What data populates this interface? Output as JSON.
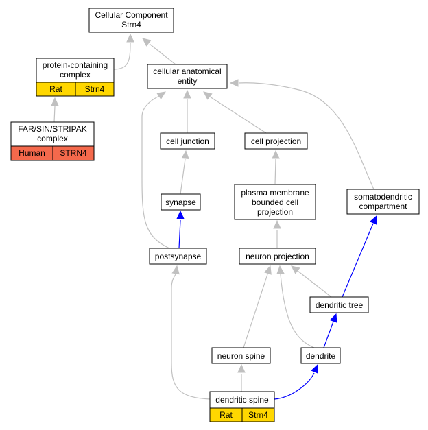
{
  "colors": {
    "edge_gray": "#c0c0c0",
    "edge_blue": "#0000ff",
    "rat": "#ffd700",
    "human": "#f4694c",
    "box_border": "#000000"
  },
  "nodes": {
    "cellular_component": {
      "lines": [
        "Cellular Component",
        "Strn4"
      ]
    },
    "protein_containing_complex": {
      "lines": [
        "protein-containing",
        "complex"
      ],
      "annotation": [
        "Rat",
        "Strn4"
      ]
    },
    "far_sin_stripak": {
      "lines": [
        "FAR/SIN/STRIPAK",
        "complex"
      ],
      "annotation": [
        "Human",
        "STRN4"
      ]
    },
    "cellular_anatomical_entity": {
      "lines": [
        "cellular anatomical",
        "entity"
      ]
    },
    "cell_junction": {
      "lines": [
        "cell junction"
      ]
    },
    "cell_projection": {
      "lines": [
        "cell projection"
      ]
    },
    "synapse": {
      "lines": [
        "synapse"
      ]
    },
    "plasma_membrane_projection": {
      "lines": [
        "plasma membrane",
        "bounded cell",
        "projection"
      ]
    },
    "somatodendritic_compartment": {
      "lines": [
        "somatodendritic",
        "compartment"
      ]
    },
    "postsynapse": {
      "lines": [
        "postsynapse"
      ]
    },
    "neuron_projection": {
      "lines": [
        "neuron projection"
      ]
    },
    "dendritic_tree": {
      "lines": [
        "dendritic tree"
      ]
    },
    "neuron_spine": {
      "lines": [
        "neuron spine"
      ]
    },
    "dendrite": {
      "lines": [
        "dendrite"
      ]
    },
    "dendritic_spine": {
      "lines": [
        "dendritic spine"
      ],
      "annotation": [
        "Rat",
        "Strn4"
      ]
    }
  },
  "edges": [
    {
      "from": "protein_containing_complex",
      "to": "cellular_component",
      "color": "gray"
    },
    {
      "from": "cellular_anatomical_entity",
      "to": "cellular_component",
      "color": "gray"
    },
    {
      "from": "far_sin_stripak",
      "to": "protein_containing_complex",
      "color": "gray"
    },
    {
      "from": "postsynapse",
      "to": "cellular_anatomical_entity",
      "color": "gray"
    },
    {
      "from": "cell_junction",
      "to": "cellular_anatomical_entity",
      "color": "gray"
    },
    {
      "from": "cell_projection",
      "to": "cellular_anatomical_entity",
      "color": "gray"
    },
    {
      "from": "somatodendritic_compartment",
      "to": "cellular_anatomical_entity",
      "color": "gray"
    },
    {
      "from": "synapse",
      "to": "cell_junction",
      "color": "gray"
    },
    {
      "from": "plasma_membrane_projection",
      "to": "cell_projection",
      "color": "gray"
    },
    {
      "from": "postsynapse",
      "to": "synapse",
      "color": "blue"
    },
    {
      "from": "neuron_projection",
      "to": "plasma_membrane_projection",
      "color": "gray"
    },
    {
      "from": "dendritic_tree",
      "to": "somatodendritic_compartment",
      "color": "blue"
    },
    {
      "from": "dendritic_tree",
      "to": "neuron_projection",
      "color": "gray"
    },
    {
      "from": "neuron_spine",
      "to": "neuron_projection",
      "color": "gray"
    },
    {
      "from": "dendrite",
      "to": "neuron_projection",
      "color": "gray"
    },
    {
      "from": "dendrite",
      "to": "dendritic_tree",
      "color": "blue"
    },
    {
      "from": "dendritic_spine",
      "to": "neuron_spine",
      "color": "gray"
    },
    {
      "from": "dendritic_spine",
      "to": "dendrite",
      "color": "blue"
    },
    {
      "from": "dendritic_spine",
      "to": "postsynapse",
      "color": "gray"
    }
  ]
}
